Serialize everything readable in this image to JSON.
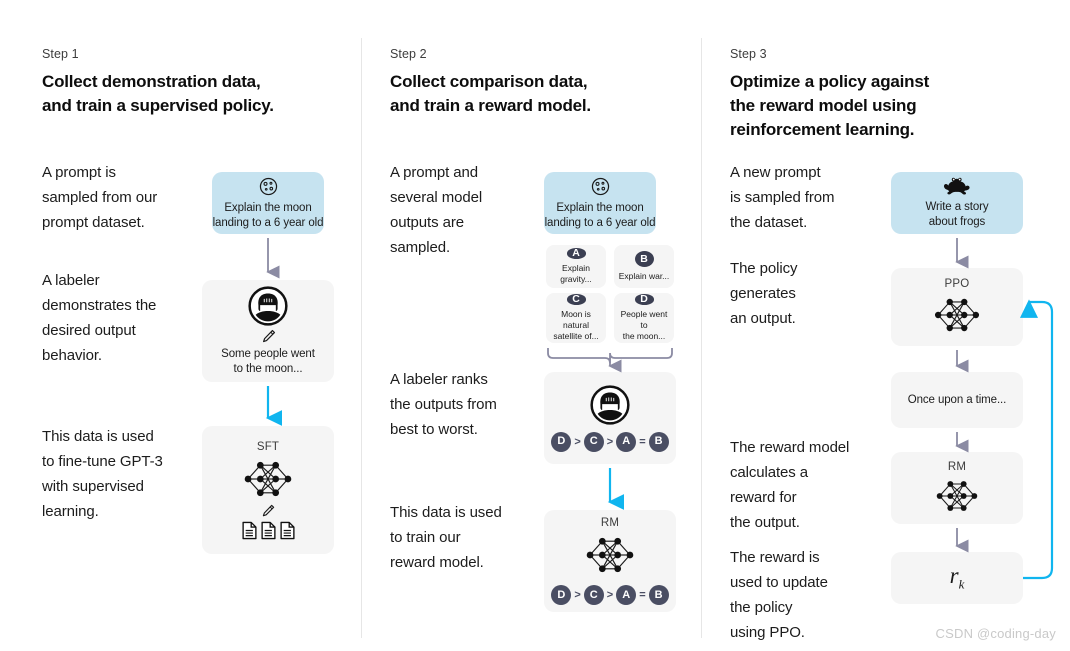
{
  "steps": [
    {
      "label": "Step 1",
      "title": "Collect demonstration data,\nand train a supervised policy.",
      "paragraphs": [
        "A prompt is\nsampled from our\nprompt dataset.",
        "A labeler\ndemonstrates the\ndesired output\nbehavior.",
        "This data is used\nto fine-tune GPT-3\nwith supervised\nlearning."
      ],
      "prompt_card": {
        "text": "Explain the moon\nlanding to a 6 year old",
        "icon": "moon-icon"
      },
      "demo_card": {
        "text": "Some people went\nto the moon...",
        "icon": "labeler-avatar-icon"
      },
      "model_card": {
        "title": "SFT",
        "icon": "neural-network-icon"
      }
    },
    {
      "label": "Step 2",
      "title": "Collect comparison data,\nand train a reward model.",
      "paragraphs": [
        "A prompt and\nseveral model\noutputs are\nsampled.",
        "A labeler ranks\nthe outputs from\nbest to worst.",
        "This data is used\nto train our\nreward model."
      ],
      "prompt_card": {
        "text": "Explain the moon\nlanding to a 6 year old",
        "icon": "moon-icon"
      },
      "outputs": [
        {
          "badge": "A",
          "text": "Explain gravity..."
        },
        {
          "badge": "B",
          "text": "Explain war..."
        },
        {
          "badge": "C",
          "text": "Moon is natural\nsatellite of..."
        },
        {
          "badge": "D",
          "text": "People went to\nthe moon..."
        }
      ],
      "ranking_card": {
        "icon": "labeler-avatar-icon",
        "ranking": [
          "D",
          ">",
          "C",
          ">",
          "A",
          "=",
          "B"
        ]
      },
      "reward_model_card": {
        "title": "RM",
        "icon": "neural-network-icon",
        "ranking": [
          "D",
          ">",
          "C",
          ">",
          "A",
          "=",
          "B"
        ]
      }
    },
    {
      "label": "Step 3",
      "title": "Optimize a policy against\nthe reward model using\nreinforcement learning.",
      "paragraphs": [
        "A new prompt\nis sampled from\nthe dataset.",
        "The policy\ngenerates\nan output.",
        "The reward model\ncalculates a\nreward for\nthe output.",
        "The reward is\nused to update\nthe policy\nusing PPO."
      ],
      "prompt_card": {
        "text": "Write a story\nabout frogs",
        "icon": "frog-icon"
      },
      "policy_card": {
        "title": "PPO",
        "icon": "neural-network-icon"
      },
      "output_card": {
        "text": "Once upon a time..."
      },
      "reward_model_card": {
        "title": "RM",
        "icon": "neural-network-icon"
      },
      "reward_card": {
        "symbol": "r",
        "subscript": "k"
      }
    }
  ],
  "colors": {
    "prompt_blue": "#c6e3f0",
    "card_gray": "#f5f5f5",
    "arrow_gray": "#8b8ba3",
    "arrow_blue": "#10b5ef",
    "badge_dark": "#3b3f52",
    "text_dark": "#1a1a1a"
  },
  "watermark": "CSDN @coding-day"
}
